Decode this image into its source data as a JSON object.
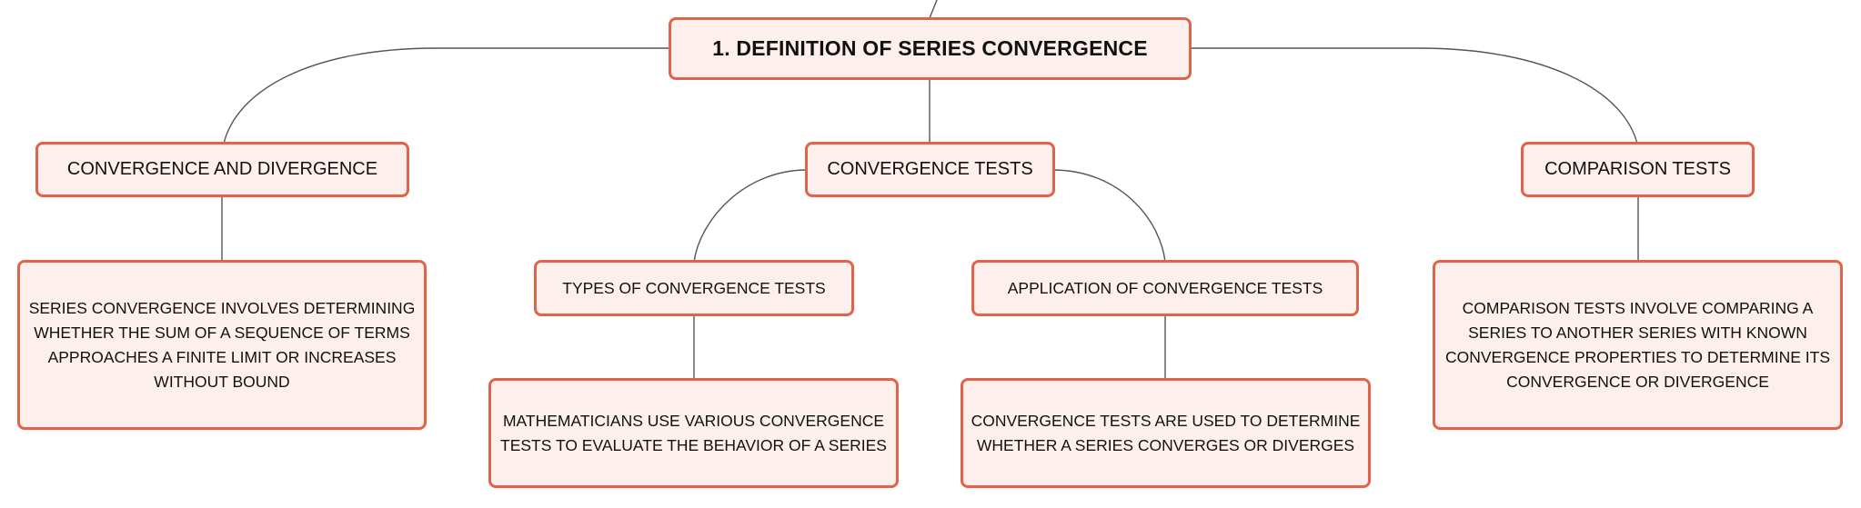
{
  "diagram": {
    "root": {
      "label": "1. DEFINITION OF SERIES CONVERGENCE"
    },
    "branches": [
      {
        "label": "CONVERGENCE AND DIVERGENCE",
        "detail": "SERIES CONVERGENCE INVOLVES DETERMINING WHETHER THE SUM OF A SEQUENCE OF TERMS APPROACHES A FINITE LIMIT OR INCREASES WITHOUT BOUND"
      },
      {
        "label": "CONVERGENCE TESTS",
        "children": [
          {
            "label": "TYPES OF CONVERGENCE TESTS",
            "detail": "MATHEMATICIANS USE VARIOUS CONVERGENCE TESTS TO EVALUATE THE BEHAVIOR OF A SERIES"
          },
          {
            "label": "APPLICATION OF CONVERGENCE TESTS",
            "detail": "CONVERGENCE TESTS ARE USED TO DETERMINE WHETHER A SERIES CONVERGES OR DIVERGES"
          }
        ]
      },
      {
        "label": "COMPARISON TESTS",
        "detail": "COMPARISON TESTS INVOLVE COMPARING A SERIES TO ANOTHER SERIES WITH KNOWN CONVERGENCE PROPERTIES TO DETERMINE ITS CONVERGENCE OR DIVERGENCE"
      }
    ]
  },
  "colors": {
    "node_fill": "#fdf0ec",
    "node_border": "#e0634a",
    "connector": "#555555",
    "text": "#111111"
  }
}
